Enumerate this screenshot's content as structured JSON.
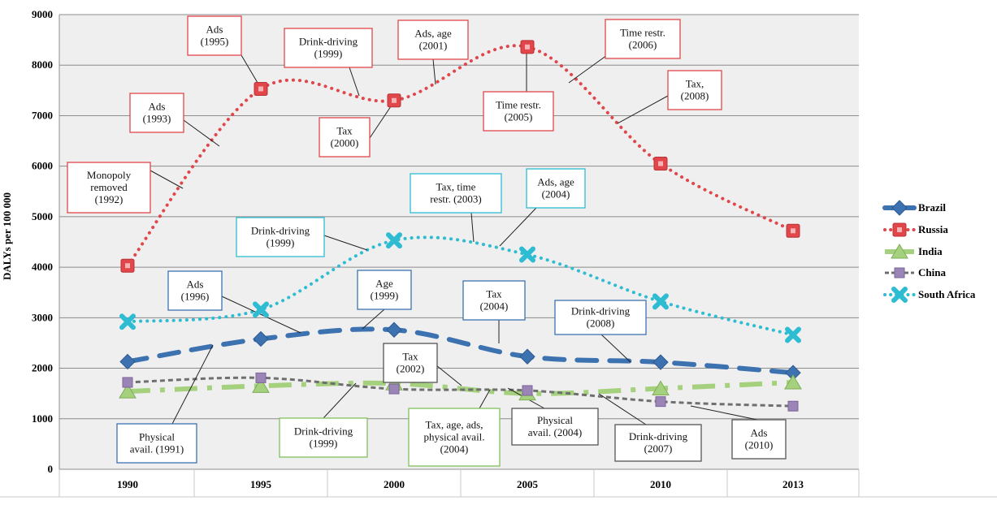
{
  "chart_data": {
    "type": "line",
    "ylabel": "DALYs per 100 000",
    "ylim": [
      0,
      9000
    ],
    "yticks": [
      "0",
      "1000",
      "2000",
      "3000",
      "4000",
      "5000",
      "6000",
      "7000",
      "8000",
      "9000"
    ],
    "categories": [
      "1990",
      "1995",
      "2000",
      "2005",
      "2010",
      "2013"
    ],
    "grid": "horizontal",
    "legend_position": "right",
    "series": [
      {
        "name": "Brazil",
        "color": "#3d72b0",
        "marker": "diamond",
        "dash": "long-dash",
        "values": [
          2130,
          2580,
          2760,
          2230,
          2120,
          1910
        ]
      },
      {
        "name": "Russia",
        "color": "#e0464a",
        "marker": "square",
        "dash": "round-dot",
        "values": [
          4030,
          7530,
          7300,
          8360,
          6050,
          4720
        ]
      },
      {
        "name": "India",
        "color": "#a5d17e",
        "marker": "triangle",
        "dash": "dash-dot",
        "values": [
          1540,
          1650,
          1700,
          1500,
          1600,
          1720
        ]
      },
      {
        "name": "China",
        "color": "#6f6f6f",
        "marker": "square-small",
        "dash": "short-dash",
        "values": [
          1720,
          1810,
          1590,
          1560,
          1340,
          1250
        ]
      },
      {
        "name": "South Africa",
        "color": "#2ebcd3",
        "marker": "x",
        "dash": "round-dot",
        "values": [
          2920,
          3160,
          4530,
          4250,
          3320,
          2660
        ]
      }
    ],
    "annotations": [
      {
        "text": "Ads\n(1995)",
        "color": "#e0464a"
      },
      {
        "text": "Drink-driving\n(1999)",
        "color": "#e0464a"
      },
      {
        "text": "Ads, age\n(2001)",
        "color": "#e0464a"
      },
      {
        "text": "Time restr.\n(2006)",
        "color": "#e0464a"
      },
      {
        "text": "Ads\n(1993)",
        "color": "#e0464a"
      },
      {
        "text": "Tax,\n(2008)",
        "color": "#e0464a"
      },
      {
        "text": "Time restr.\n(2005)",
        "color": "#e0464a"
      },
      {
        "text": "Tax\n(2000)",
        "color": "#e0464a"
      },
      {
        "text": "Monopoly\nremoved\n(1992)",
        "color": "#e0464a"
      },
      {
        "text": "Tax, time\nrestr. (2003)",
        "color": "#2ebcd3"
      },
      {
        "text": "Ads, age\n(2004)",
        "color": "#2ebcd3"
      },
      {
        "text": "Drink-driving\n(1999)",
        "color": "#2ebcd3"
      },
      {
        "text": "Ads\n(1996)",
        "color": "#3d72b0"
      },
      {
        "text": "Age\n(1999)",
        "color": "#3d72b0"
      },
      {
        "text": "Tax\n(2004)",
        "color": "#3d72b0"
      },
      {
        "text": "Drink-driving\n(2008)",
        "color": "#3d72b0"
      },
      {
        "text": "Physical\navail. (1991)",
        "color": "#3d72b0"
      },
      {
        "text": "Tax\n(2002)",
        "color": "#555555"
      },
      {
        "text": "Drink-driving\n(1999)",
        "color": "#82c05a"
      },
      {
        "text": "Tax, age, ads,\nphysical avail.\n(2004)",
        "color": "#82c05a"
      },
      {
        "text": "Physical\navail. (2004)",
        "color": "#555555"
      },
      {
        "text": "Drink-driving\n(2007)",
        "color": "#555555"
      },
      {
        "text": "Ads\n(2010)",
        "color": "#555555"
      }
    ]
  }
}
